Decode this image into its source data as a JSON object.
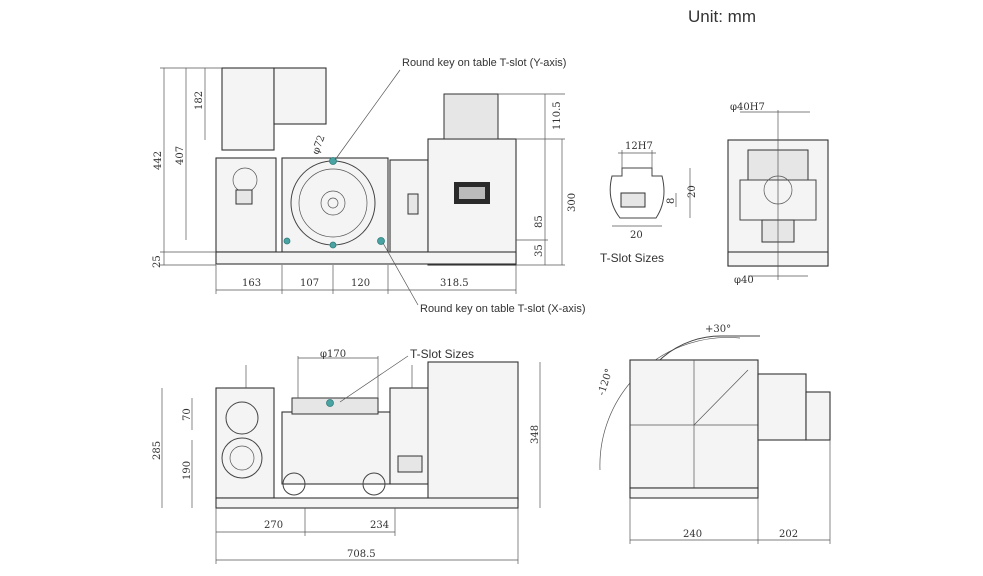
{
  "unit_label": "Unit: mm",
  "callouts": {
    "round_key_y": "Round key on table T-slot (Y-axis)",
    "round_key_x": "Round key on table T-slot (X-axis)",
    "tslot_sizes_top": "T-Slot Sizes",
    "tslot_sizes_bottom": "T-Slot Sizes"
  },
  "front_view": {
    "dims_vertical": [
      "442",
      "407",
      "182",
      "25",
      "110.5",
      "300",
      "85",
      "35"
    ],
    "dims_horizontal": [
      "163",
      "107",
      "120",
      "318.5"
    ],
    "diameter": "φ72"
  },
  "tslot_section": {
    "width_top": "12H7",
    "depth": "20",
    "offset": "8",
    "width_bottom": "20"
  },
  "side_section": {
    "bore": "φ40H7",
    "shaft": "φ40"
  },
  "side_view": {
    "diameter": "φ170",
    "dims_vertical": [
      "285",
      "70",
      "190",
      "348"
    ],
    "dims_horizontal": [
      "270",
      "234",
      "708.5"
    ]
  },
  "tilt_view": {
    "angle_pos": "+30°",
    "angle_neg": "-120°",
    "dims_horizontal": [
      "240",
      "202"
    ]
  }
}
